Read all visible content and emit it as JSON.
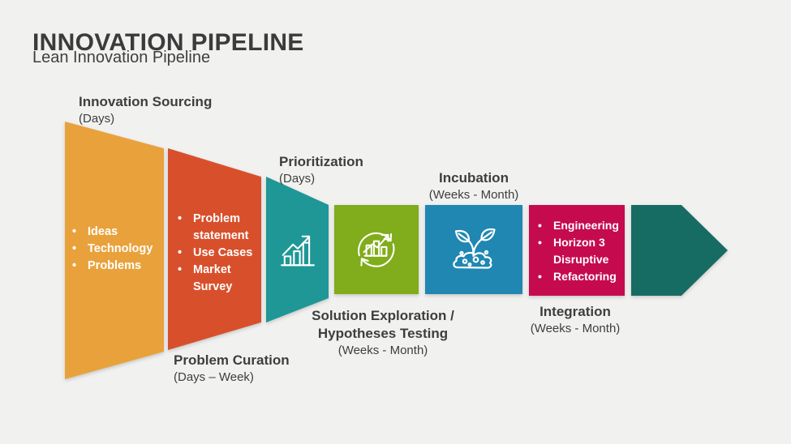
{
  "page": {
    "title": "INNOVATION PIPELINE",
    "subtitle": "Lean Innovation Pipeline",
    "background_color": "#F1F1F0"
  },
  "stages": [
    {
      "id": "innovation-sourcing",
      "label": "Innovation Sourcing",
      "duration": "(Days)",
      "color": "#E9A23B",
      "bullets": [
        "Ideas",
        "Technology",
        "Problems"
      ]
    },
    {
      "id": "problem-curation",
      "label": "Problem Curation",
      "duration": "(Days – Week)",
      "color": "#D8502B",
      "bullets": [
        "Problem statement",
        "Use Cases",
        "Market Survey"
      ]
    },
    {
      "id": "prioritization",
      "label": "Prioritization",
      "duration": "(Days)",
      "color": "#1E9796",
      "icon": "bar-growth-icon"
    },
    {
      "id": "solution-exploration",
      "label_lines": [
        "Solution Exploration /",
        "Hypotheses Testing"
      ],
      "duration": "(Weeks - Month)",
      "color": "#81AC1B",
      "icon": "cycle-chart-icon"
    },
    {
      "id": "incubation",
      "label": "Incubation",
      "duration": "(Weeks - Month)",
      "color": "#1F87B2",
      "icon": "sprout-icon"
    },
    {
      "id": "integration",
      "label": "Integration",
      "duration": "(Weeks - Month)",
      "color": "#C50B4E",
      "bullets": [
        "Engineering",
        "Horizon 3 Disruptive",
        "Refactoring"
      ]
    }
  ],
  "arrow": {
    "color": "#166C62"
  }
}
